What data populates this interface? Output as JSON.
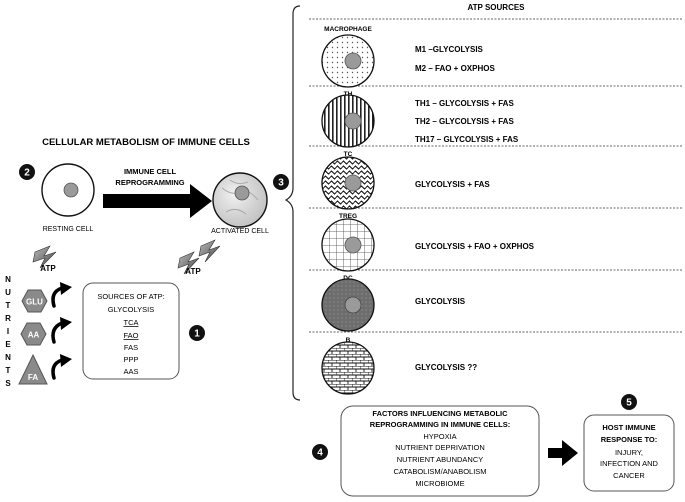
{
  "title": "CELLULAR METABOLISM OF IMMUNE CELLS",
  "markers": [
    "1",
    "2",
    "3",
    "4",
    "5"
  ],
  "reprogramming": {
    "arrow_label_line1": "IMMUNE CELL",
    "arrow_label_line2": "REPROGRAMMING",
    "resting_label": "RESTING CELL",
    "activated_label": "ACTIVATED CELL",
    "atp_label": "ATP"
  },
  "nutrients": {
    "vertical_letters": [
      "N",
      "U",
      "T",
      "R",
      "I",
      "E",
      "N",
      "T",
      "S"
    ],
    "glu": "GLU",
    "aa": "AA",
    "fa": "FA"
  },
  "sources_box": {
    "heading": "SOURCES OF ATP:",
    "items": [
      "GLYCOLYSIS",
      "TCA",
      "FAO",
      "FAS",
      "PPP",
      "AAS"
    ],
    "underlined": [
      "TCA",
      "FAO"
    ]
  },
  "atp_sources": {
    "heading": "ATP SOURCES",
    "cells": [
      {
        "name": "MACROPHAGE",
        "lines": [
          "M1 –GLYCOLYSIS",
          "M2 – FAO + OXPHOS"
        ]
      },
      {
        "name": "TH",
        "lines": [
          "TH1 – GLYCOLYSIS + FAS",
          "TH2 – GLYCOLYSIS + FAS",
          "TH17 – GLYCOLYSIS + FAS"
        ]
      },
      {
        "name": "TC",
        "lines": [
          "GLYCOLYSIS + FAS"
        ]
      },
      {
        "name": "TREG",
        "lines": [
          "GLYCOLYSIS + FAO + OXPHOS"
        ]
      },
      {
        "name": "DC",
        "lines": [
          "GLYCOLYSIS"
        ]
      },
      {
        "name": "B",
        "lines": [
          "GLYCOLYSIS ??"
        ]
      }
    ]
  },
  "factors_box": {
    "heading_line1": "FACTORS INFLUENCING METABOLIC",
    "heading_line2": "REPROGRAMMING IN IMMUNE CELLS:",
    "items": [
      "HYPOXIA",
      "NUTRIENT DEPRIVATION",
      "NUTRIENT ABUNDANCY",
      "CATABOLISM/ANABOLISM",
      "MICROBIOME"
    ]
  },
  "host_box": {
    "heading_line1": "HOST IMMUNE",
    "heading_line2": "RESPONSE TO:",
    "items": [
      "INJURY,",
      "INFECTION AND",
      "CANCER"
    ]
  }
}
